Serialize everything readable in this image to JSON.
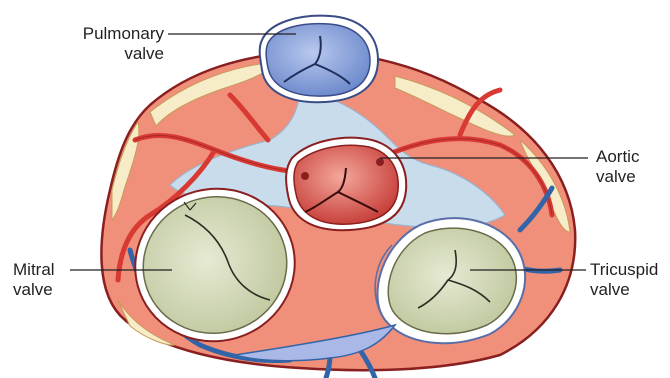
{
  "labels": {
    "pulmonary": {
      "line1": "Pulmonary",
      "line2": "valve"
    },
    "aortic": {
      "line1": "Aortic",
      "line2": "valve"
    },
    "mitral": {
      "line1": "Mitral",
      "line2": "valve"
    },
    "tricuspid": {
      "line1": "Tricuspid",
      "line2": "valve"
    }
  },
  "colors": {
    "myocardium": "#f0907a",
    "outline": "#8a1f1f",
    "skeleton": "#c9dcec",
    "pulmonary_valve": "#8ea6dc",
    "aortic_valve": "#e0746e",
    "av_leaflets": "#cfd6b4",
    "artery": "#d83a33",
    "vein": "#3464a8",
    "fat": "#f7ecc8",
    "leader_line": "#231f20"
  }
}
